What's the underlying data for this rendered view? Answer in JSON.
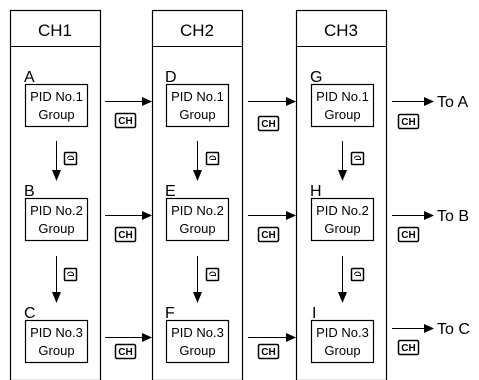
{
  "columns": [
    {
      "header": "CH1",
      "groups": [
        {
          "letter": "A",
          "line1": "PID No.1",
          "line2": "Group"
        },
        {
          "letter": "B",
          "line1": "PID No.2",
          "line2": "Group"
        },
        {
          "letter": "C",
          "line1": "PID No.3",
          "line2": "Group"
        }
      ]
    },
    {
      "header": "CH2",
      "groups": [
        {
          "letter": "D",
          "line1": "PID No.1",
          "line2": "Group"
        },
        {
          "letter": "E",
          "line1": "PID No.2",
          "line2": "Group"
        },
        {
          "letter": "F",
          "line1": "PID No.3",
          "line2": "Group"
        }
      ]
    },
    {
      "header": "CH3",
      "groups": [
        {
          "letter": "G",
          "line1": "PID No.1",
          "line2": "Group"
        },
        {
          "letter": "H",
          "line1": "PID No.2",
          "line2": "Group"
        },
        {
          "letter": "I",
          "line1": "PID No.3",
          "line2": "Group"
        }
      ]
    }
  ],
  "ch_key_label": "CH",
  "return_targets": [
    "To A",
    "To B",
    "To C"
  ],
  "down_key_icon": "loop-key-icon"
}
